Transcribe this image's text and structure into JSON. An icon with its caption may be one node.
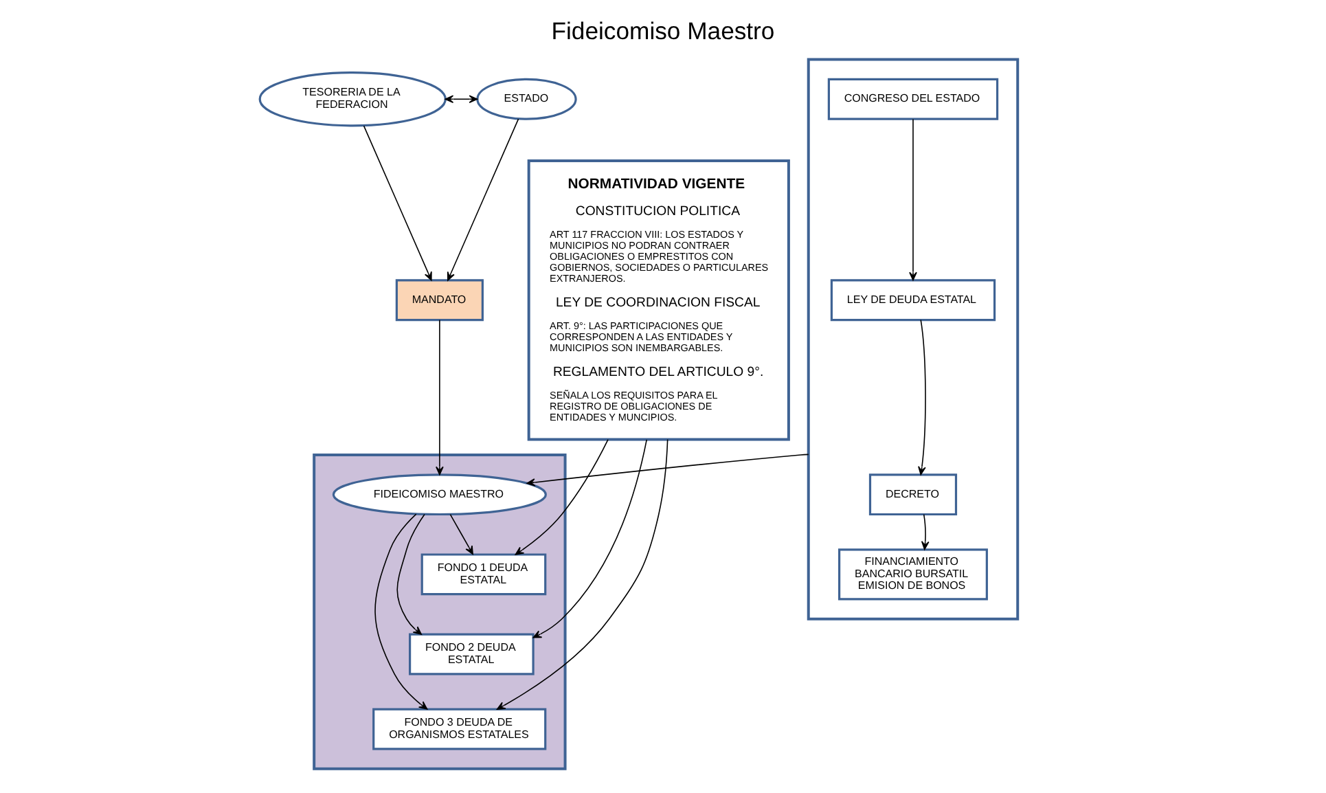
{
  "diagram": {
    "title": "Fideicomiso Maestro",
    "nodes": [
      {
        "text": [
          "TESORERIA DE LA FEDERACION"
        ]
      },
      {
        "text": [
          "ESTADO"
        ]
      },
      {
        "text": [
          "MANDATO"
        ]
      },
      {
        "text": [
          "NORMATIVIDAD VIGENTE",
          "CONSTITUCION POLITICA",
          "ART 117 FRACCION VIII: LOS ESTADOS Y MUNICIPIOS NO PODRAN CONTRAER OBLIGACIONES O EMPRESTITOS CON GOBIERNOS, SOCIEDADES O PARTICULARES EXTRANJEROS.",
          "LEY DE COORDINACION FISCAL",
          "ART. 9°: LAS PARTICIPACIONES QUE CORRESPONDEN A LAS ENTIDADES Y MUNICIPIOS SON INEMBARGABLES.",
          "REGLAMENTO DEL ARTICULO 9°.",
          "SEÑALA LOS REQUISITOS PARA EL REGISTRO DE OBLIGACIONES DE ENTIDADES Y MUNCIPIOS."
        ]
      },
      {
        "text": [],
        "shape": "box"
      },
      {
        "text": [
          "FIDEICOMISO MAESTRO"
        ],
        "in": 4
      },
      {
        "text": [
          "FONDO 1 DEUDA ESTATAL"
        ],
        "in": 4
      },
      {
        "text": [
          "FONDO 2 DEUDA ESTATAL"
        ],
        "in": 4
      },
      {
        "text": [
          "FONDO 3 DEUDA DE ORGANISMOS ESTATALES"
        ],
        "in": 4
      },
      {
        "text": [],
        "shape": "box"
      },
      {
        "text": [
          "CONGRESO DEL ESTADO"
        ],
        "in": 9
      },
      {
        "text": [
          "LEY DE DEUDA ESTATAL"
        ],
        "in": 9
      },
      {
        "text": [
          "DECRETO"
        ],
        "in": 9
      },
      {
        "text": [
          "FINANCIAMIENTO BANCARIO BURSATIL EMISION DE BONOS"
        ],
        "in": 9
      }
    ],
    "edges": [
      {
        "from": 0,
        "to": 1,
        "arrow": "both"
      },
      {
        "from": 0,
        "to": 2,
        "arrow": "to"
      },
      {
        "from": 1,
        "to": 2,
        "arrow": "to"
      },
      {
        "from": 2,
        "to": 5,
        "arrow": "to"
      },
      {
        "from": 3,
        "to": 6,
        "arrow": "to"
      },
      {
        "from": 3,
        "to": 7,
        "arrow": "to"
      },
      {
        "from": 3,
        "to": 8,
        "arrow": "to"
      },
      {
        "from": 5,
        "to": 6,
        "arrow": "to"
      },
      {
        "from": 5,
        "to": 7,
        "arrow": "to"
      },
      {
        "from": 5,
        "to": 8,
        "arrow": "to"
      },
      {
        "from": 9,
        "to": 5,
        "arrow": "to"
      },
      {
        "from": 10,
        "to": 11,
        "arrow": "to"
      },
      {
        "from": 11,
        "to": 12,
        "arrow": "to"
      },
      {
        "from": 12,
        "to": 13,
        "arrow": "to"
      }
    ]
  }
}
